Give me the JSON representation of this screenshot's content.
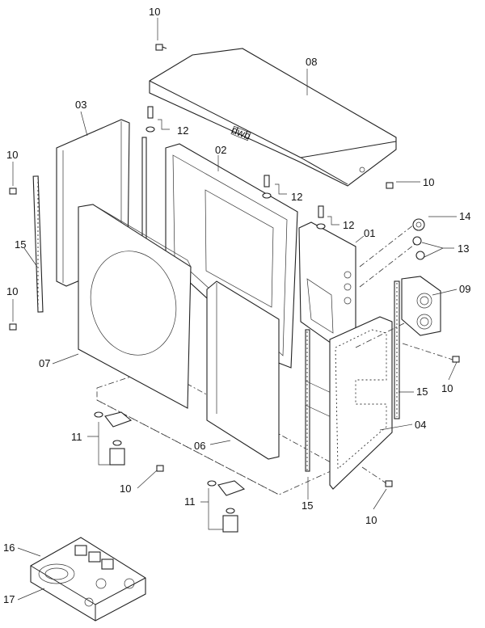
{
  "labels": {
    "l08": "08",
    "l10_top": "10",
    "l03": "03",
    "l12_a": "12",
    "l02": "02",
    "l10_right": "10",
    "l12_b": "12",
    "l10_left1": "10",
    "l12_c": "12",
    "l14": "14",
    "l01": "01",
    "l15_left": "15",
    "l13": "13",
    "l09": "09",
    "l10_left2": "10",
    "l07": "07",
    "l10_mid_right": "10",
    "l15_right": "15",
    "l04": "04",
    "l11_left": "11",
    "l06": "06",
    "l10_bottom_mid": "10",
    "l11_mid": "11",
    "l15_bottom": "15",
    "l10_bottom_right": "10",
    "l16": "16",
    "l17": "17"
  },
  "logo_text": "dwb"
}
